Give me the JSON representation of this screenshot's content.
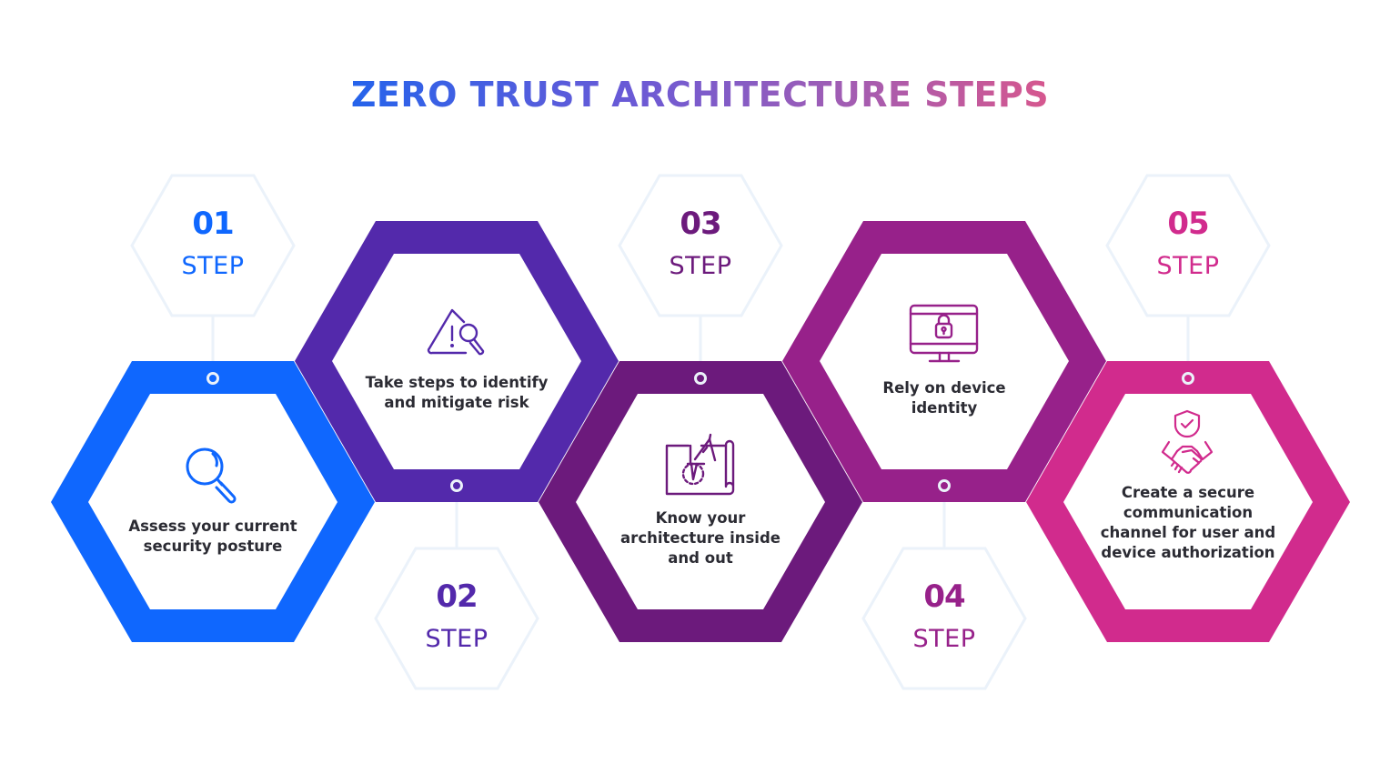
{
  "title": "ZERO TRUST ARCHITECTURE STEPS",
  "colors": {
    "step1": "#0F67FE",
    "step2": "#5329AB",
    "step3": "#6C1A7C",
    "step4": "#97218A",
    "step5": "#D12B8D",
    "small_hex_stroke": "#EBF2FA",
    "body_text": "#2B2B33"
  },
  "steps": [
    {
      "number": "01",
      "word": "STEP",
      "icon": "magnifier-icon",
      "lines": [
        "Assess your current",
        "security posture"
      ]
    },
    {
      "number": "02",
      "word": "STEP",
      "icon": "warning-search-icon",
      "lines": [
        "Take steps to identify",
        "and mitigate risk"
      ]
    },
    {
      "number": "03",
      "word": "STEP",
      "icon": "blueprint-compass-icon",
      "lines": [
        "Know your",
        "architecture inside",
        "and out"
      ]
    },
    {
      "number": "04",
      "word": "STEP",
      "icon": "monitor-lock-icon",
      "lines": [
        "Rely on device",
        "identity"
      ]
    },
    {
      "number": "05",
      "word": "STEP",
      "icon": "shield-handshake-icon",
      "lines": [
        "Create a secure",
        "communication",
        "channel for user and",
        "device authorization"
      ]
    }
  ]
}
